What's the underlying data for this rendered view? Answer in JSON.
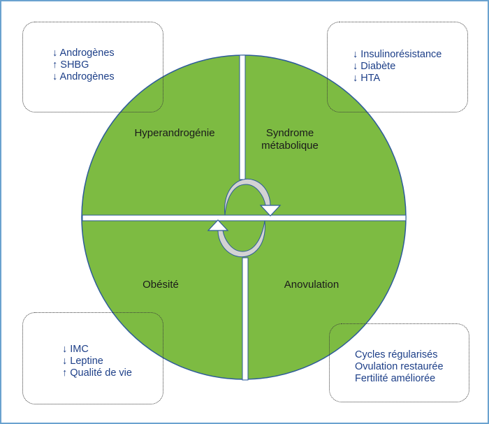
{
  "colors": {
    "circle_fill": "#7dbb42",
    "circle_stroke": "#2d5b9a",
    "divider": "#ffffff",
    "box_text": "#1d3f88",
    "label_text": "#1a1a1a",
    "frame": "#6aa2cf"
  },
  "quadrants": {
    "top_left": "Hyperandrogénie",
    "top_right": {
      "line1": "Syndrome",
      "line2": "métabolique"
    },
    "bottom_left": "Obésité",
    "bottom_right": "Anovulation"
  },
  "boxes": {
    "top_left": [
      "↓ Androgènes",
      "↑ SHBG",
      "↓ Androgènes"
    ],
    "top_right": [
      "↓ Insulinorésistance",
      "↓ Diabète",
      "↓ HTA"
    ],
    "bottom_left": [
      "↓ IMC",
      "↓ Leptine",
      "↑ Qualité de vie"
    ],
    "bottom_right": [
      "Cycles régularisés",
      "Ovulation restaurée",
      "Fertilité améliorée"
    ]
  },
  "icons": {
    "center": "cycle-arrows-icon"
  }
}
